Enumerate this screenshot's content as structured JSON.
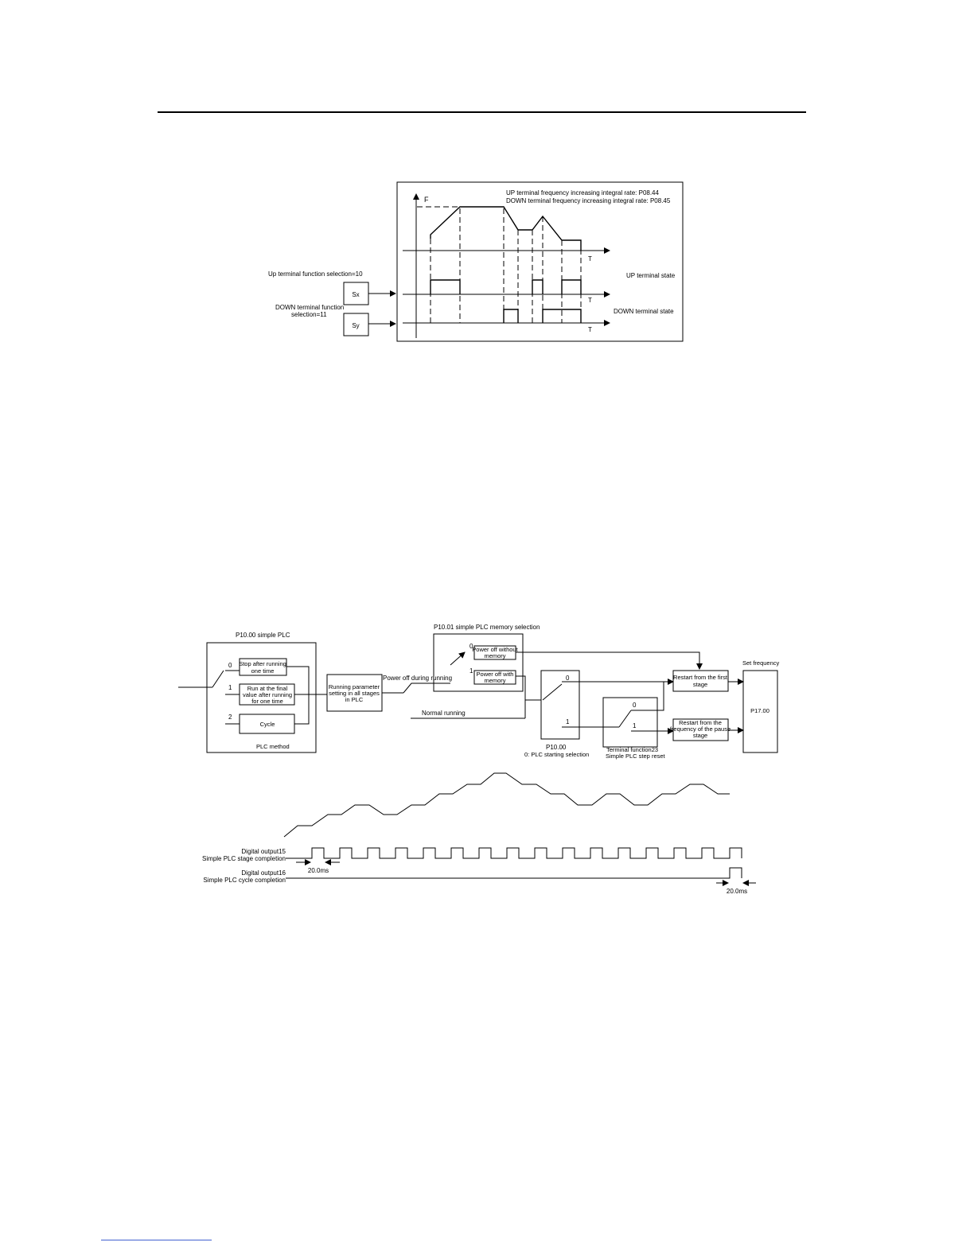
{
  "fig1": {
    "f_axis": "F",
    "t_axis": "T",
    "legend_up": "UP terminal frequency increasing integral rate: P08.44",
    "legend_down": "DOWN terminal frequency increasing integral rate: P08.45",
    "up_select": "Up terminal function selection=10",
    "down_select_1": "DOWN terminal function",
    "down_select_2": "selection=11",
    "sx": "Sx",
    "sy": "Sy",
    "up_state": "UP terminal state",
    "down_state": "DOWN terminal state"
  },
  "fig2": {
    "p1000": "P10.00 simple PLC",
    "opt0": "0",
    "opt1": "1",
    "opt2": "2",
    "stop_1": "Stop after running",
    "stop_2": "one time",
    "final_1": "Run at the final",
    "final_2": "value after running",
    "final_3": "for one time",
    "cycle": "Cycle",
    "plc_method": "PLC method",
    "running_1": "Running parameter",
    "running_2": "setting in all stages",
    "running_3": "in PLC",
    "power_off": "Power off during running",
    "normal": "Normal running",
    "p1001": "P10.01 simple PLC memory selection",
    "no_mem_1": "Power off without",
    "no_mem_2": "memory",
    "with_mem_1": "Power off with",
    "with_mem_2": "memory",
    "p1000b": "P10.00",
    "plc_restart": "0: PLC starting selection",
    "term_fn_1": "Terminal function23",
    "term_fn_2": "Simple PLC step reset",
    "restart_first_1": "Restart from the first",
    "restart_first_2": "stage",
    "restart_pause_1": "Restart from the",
    "restart_pause_2": "frequency of the pause",
    "restart_pause_3": "stage",
    "set_freq": "Set frequency",
    "p1700": "P17.00",
    "dout15_1": "Digital output15",
    "dout15_2": "Simple PLC stage completion",
    "dout16_1": "Digital output16",
    "dout16_2": "Simple PLC cycle completion",
    "ms1": "20.0ms",
    "ms2": "20.0ms"
  }
}
